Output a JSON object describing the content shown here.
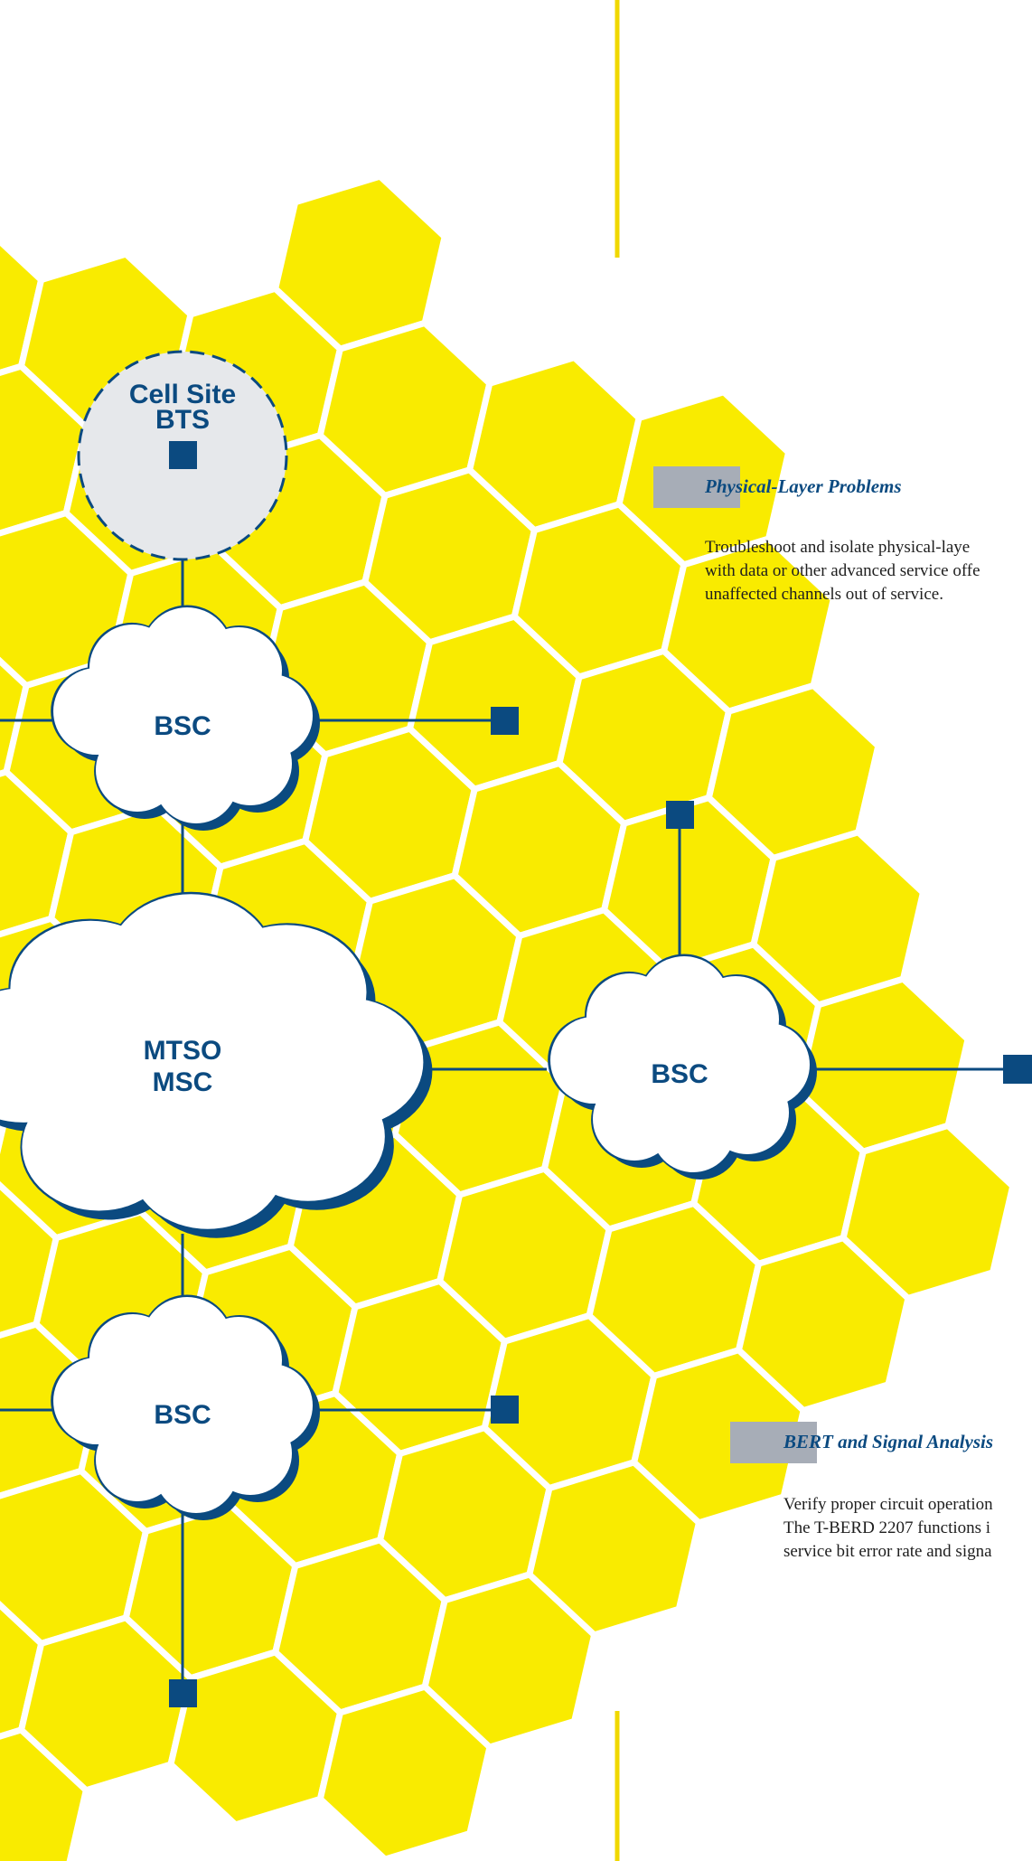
{
  "colors": {
    "hex_fill": "#f9eb00",
    "hex_stroke": "#ffffff",
    "node_blue": "#0b4a80",
    "cell_site_fill": "#e6e8eb",
    "tab_gray": "#a7adb7",
    "divider_yellow": "#f0d800"
  },
  "diagram": {
    "cell_site": {
      "line1": "Cell Site",
      "line2": "BTS"
    },
    "bsc_top": {
      "label": "BSC"
    },
    "mtso": {
      "line1": "MTSO",
      "line2": "MSC"
    },
    "bsc_right": {
      "label": "BSC"
    },
    "bsc_bottom": {
      "label": "BSC"
    }
  },
  "callouts": {
    "physical": {
      "heading": "Physical-Layer Problems",
      "body": "Troubleshoot and isolate physical-laye\nwith data or other advanced service offe\nunaffected channels out of service."
    },
    "bert": {
      "heading": "BERT and Signal Analysis",
      "body": "Verify proper circuit operation\nThe T-BERD 2207 functions i\nservice bit error rate and signa"
    }
  }
}
